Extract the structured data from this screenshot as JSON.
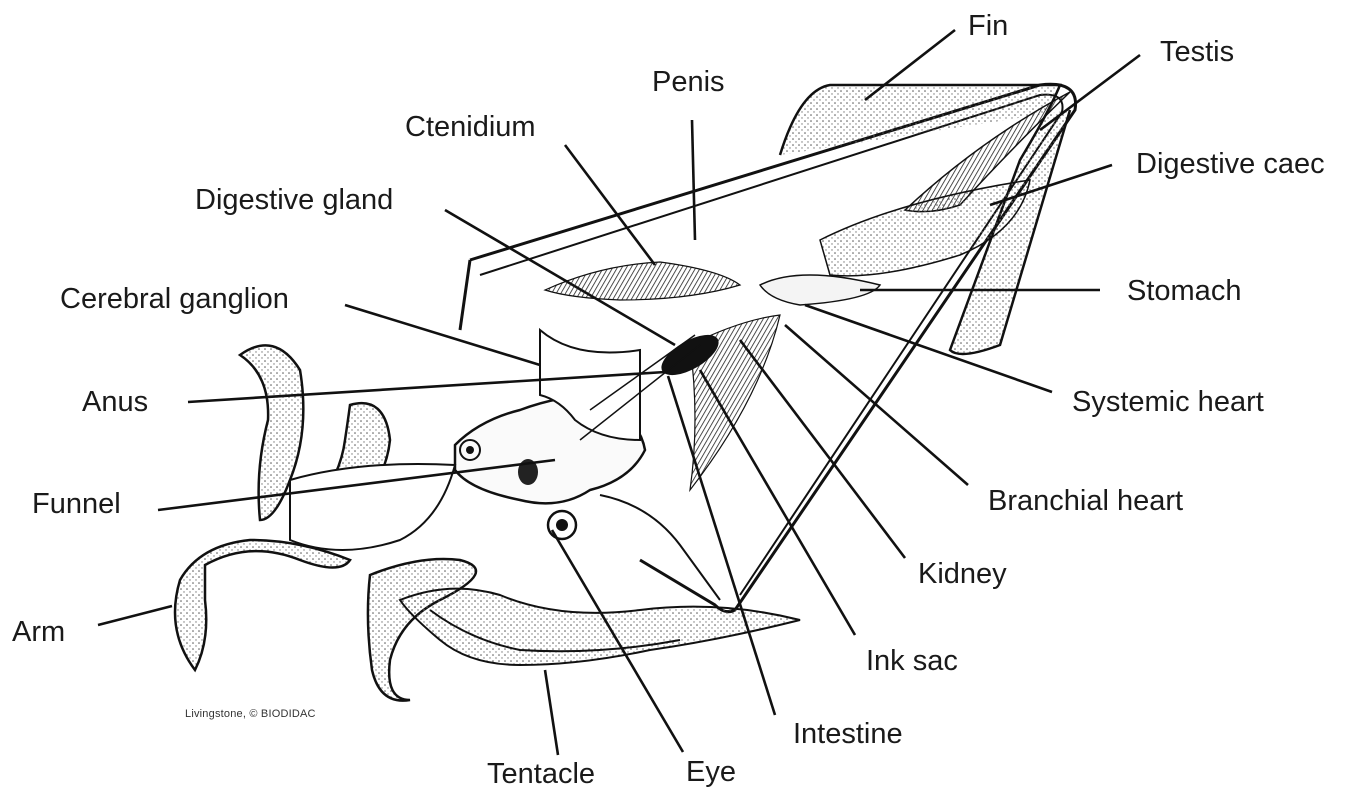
{
  "labels": {
    "fin": "Fin",
    "testis": "Testis",
    "penis": "Penis",
    "ctenidium": "Ctenidium",
    "digestive_caecum": "Digestive caec",
    "digestive_gland": "Digestive gland",
    "stomach": "Stomach",
    "cerebral_ganglion": "Cerebral ganglion",
    "anus": "Anus",
    "systemic_heart": "Systemic heart",
    "funnel": "Funnel",
    "branchial_heart": "Branchial heart",
    "kidney": "Kidney",
    "arm": "Arm",
    "ink_sac": "Ink sac",
    "intestine": "Intestine",
    "tentacle": "Tentacle",
    "eye": "Eye"
  },
  "credit": "Livingstone, © BIODIDAC"
}
